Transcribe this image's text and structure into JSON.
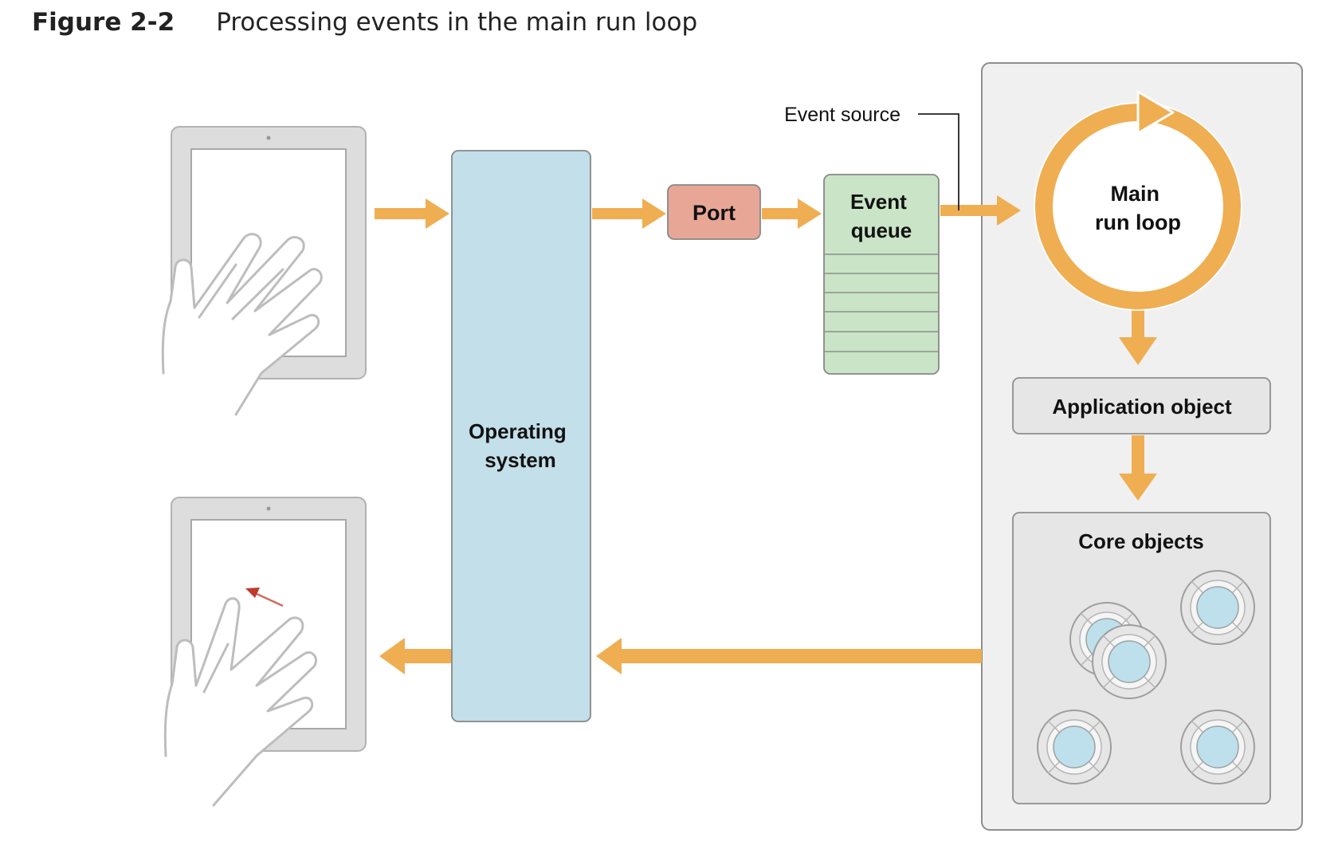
{
  "figure": {
    "number": "Figure 2-2",
    "caption": "Processing events in the main run loop"
  },
  "labels": {
    "port": "Port",
    "event_queue": [
      "Event",
      "queue"
    ],
    "event_source": "Event source",
    "operating_system": [
      "Operating",
      "system"
    ],
    "main_run_loop": [
      "Main",
      "run loop"
    ],
    "application_object": "Application object",
    "core_objects": "Core objects"
  },
  "colors": {
    "arrow": "#EFAE52",
    "os_box": "#C2DFEA",
    "port_box": "#E8A796",
    "queue_box": "#C9E4C6",
    "app_panel": "#F0F0F0",
    "device": "#DCDCDC",
    "object_core": "#BDE0EC",
    "swipe_arrow": "#C0392B"
  }
}
